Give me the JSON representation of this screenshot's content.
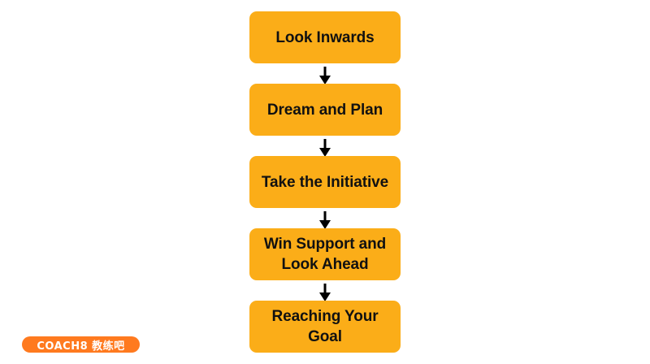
{
  "diagram": {
    "steps": [
      {
        "label": "Look Inwards"
      },
      {
        "label": "Dream and Plan"
      },
      {
        "label": "Take the Initiative"
      },
      {
        "label": "Win Support and\nLook Ahead"
      },
      {
        "label": "Reaching Your\nGoal"
      }
    ],
    "box_color": "#fbad18",
    "arrow_color": "#000000"
  },
  "brand": {
    "logo_text": "COACH8 教练吧",
    "logo_color": "#ff7a1f"
  }
}
